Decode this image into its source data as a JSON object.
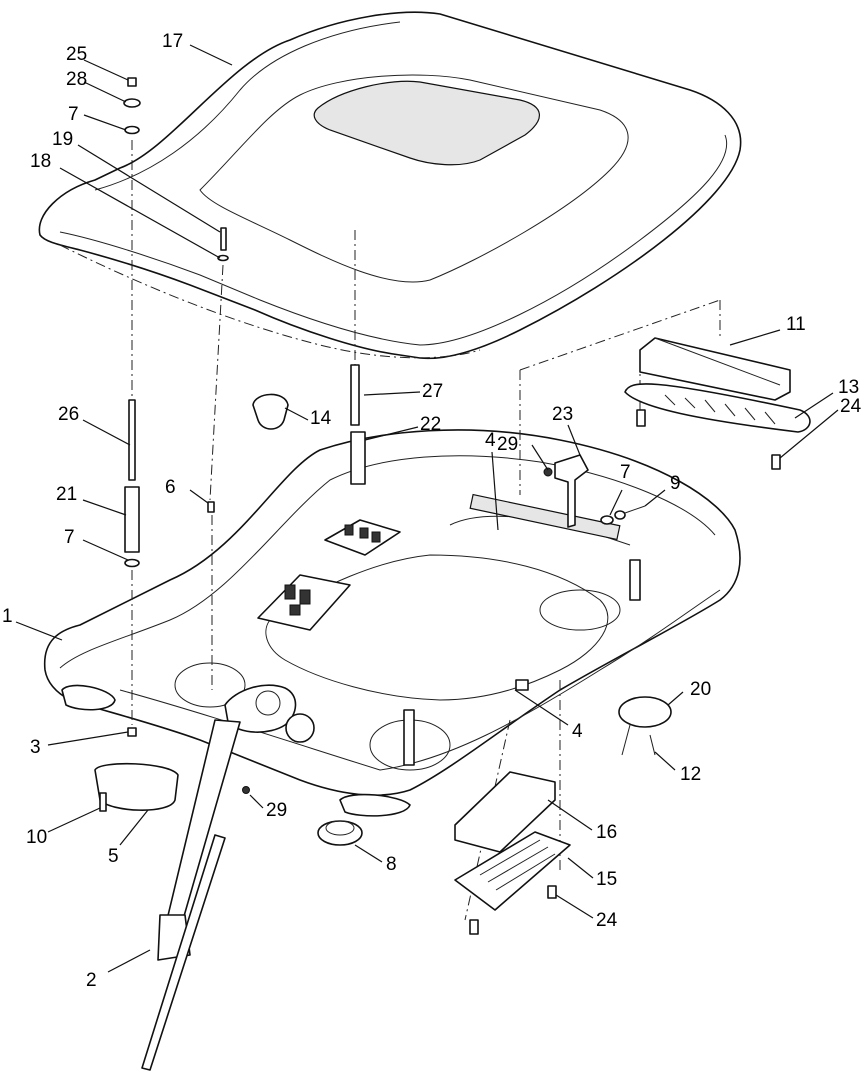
{
  "colors": {
    "line": "#111111",
    "background": "#ffffff",
    "shade": "#e6e6e6"
  },
  "callouts": [
    {
      "id": "c1",
      "label": "1"
    },
    {
      "id": "c2",
      "label": "2"
    },
    {
      "id": "c3",
      "label": "3"
    },
    {
      "id": "c4a",
      "label": "4"
    },
    {
      "id": "c4b",
      "label": "4"
    },
    {
      "id": "c5",
      "label": "5"
    },
    {
      "id": "c6",
      "label": "6"
    },
    {
      "id": "c7a",
      "label": "7"
    },
    {
      "id": "c7b",
      "label": "7"
    },
    {
      "id": "c7c",
      "label": "7"
    },
    {
      "id": "c8",
      "label": "8"
    },
    {
      "id": "c9",
      "label": "9"
    },
    {
      "id": "c10",
      "label": "10"
    },
    {
      "id": "c11",
      "label": "11"
    },
    {
      "id": "c12",
      "label": "12"
    },
    {
      "id": "c13",
      "label": "13"
    },
    {
      "id": "c14",
      "label": "14"
    },
    {
      "id": "c15",
      "label": "15"
    },
    {
      "id": "c16",
      "label": "16"
    },
    {
      "id": "c17",
      "label": "17"
    },
    {
      "id": "c18",
      "label": "18"
    },
    {
      "id": "c19",
      "label": "19"
    },
    {
      "id": "c20",
      "label": "20"
    },
    {
      "id": "c21",
      "label": "21"
    },
    {
      "id": "c22",
      "label": "22"
    },
    {
      "id": "c23",
      "label": "23"
    },
    {
      "id": "c24a",
      "label": "24"
    },
    {
      "id": "c24b",
      "label": "24"
    },
    {
      "id": "c25",
      "label": "25"
    },
    {
      "id": "c26",
      "label": "26"
    },
    {
      "id": "c27",
      "label": "27"
    },
    {
      "id": "c28",
      "label": "28"
    },
    {
      "id": "c29a",
      "label": "29"
    },
    {
      "id": "c29b",
      "label": "29"
    }
  ]
}
